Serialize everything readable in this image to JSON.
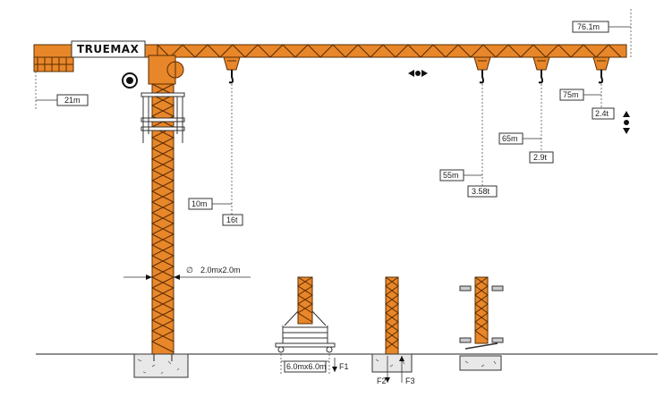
{
  "colors": {
    "steel": "#e8862a",
    "outline": "#5a2d00",
    "line": "#333333"
  },
  "brand": "TRUEMAX",
  "labels": {
    "height_top": "76.1m",
    "counter_jib": "21m",
    "mast_section": "2.0mx2.0m",
    "base_size": "6.0mx6.0m"
  },
  "hooks": [
    {
      "radius": "10m",
      "load": "16t"
    },
    {
      "radius": "55m",
      "load": "3.58t"
    },
    {
      "radius": "65m",
      "load": "2.9t"
    },
    {
      "radius": "75m",
      "load": "2.4t"
    }
  ],
  "forces": {
    "f1": "F1",
    "f2": "F2",
    "f3": "F3"
  },
  "icons": {
    "trolley_travel": "left-right-arrows-icon",
    "hoist": "up-down-arrows-icon",
    "slewing": "slewing-ring-icon"
  }
}
